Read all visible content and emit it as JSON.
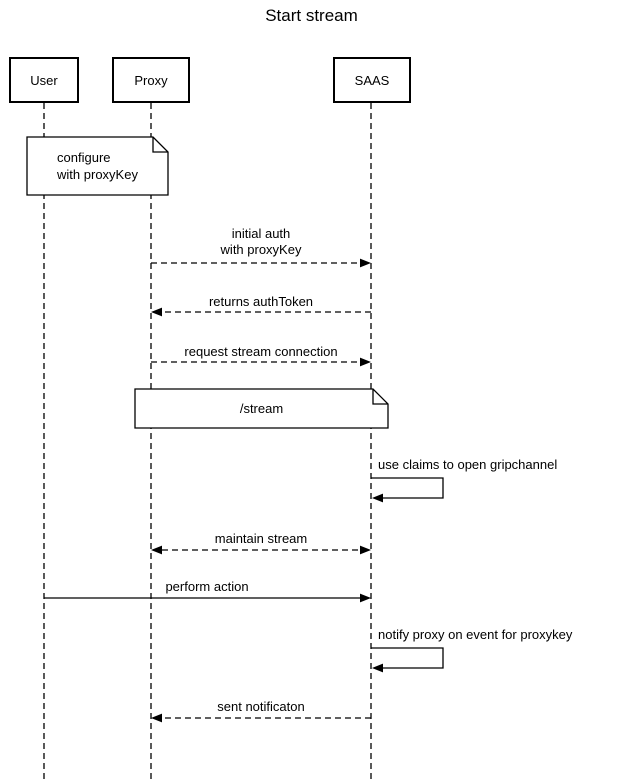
{
  "diagram": {
    "title": "Start stream",
    "background": "#ffffff",
    "line_color": "#000000"
  },
  "actors": [
    {
      "name": "User"
    },
    {
      "name": "Proxy"
    },
    {
      "name": "SAAS"
    }
  ],
  "notes": [
    {
      "text": "configure\nwith proxyKey",
      "over": "User"
    },
    {
      "text": "/stream",
      "over": "Proxy, SAAS"
    }
  ],
  "messages": [
    {
      "label": "initial auth\nwith proxyKey",
      "from": "Proxy",
      "to": "SAAS",
      "style": "dashed"
    },
    {
      "label": "returns authToken",
      "from": "SAAS",
      "to": "Proxy",
      "style": "dashed"
    },
    {
      "label": "request stream connection",
      "from": "Proxy",
      "to": "SAAS",
      "style": "dashed"
    },
    {
      "label": "use claims to open gripchannel",
      "from": "SAAS",
      "to": "SAAS",
      "style": "self"
    },
    {
      "label": "maintain stream",
      "from": "Proxy",
      "to": "SAAS",
      "style": "dashed-bidirectional"
    },
    {
      "label": "perform action",
      "from": "User",
      "to": "SAAS",
      "style": "solid"
    },
    {
      "label": "notify proxy on event for proxykey",
      "from": "SAAS",
      "to": "SAAS",
      "style": "self"
    },
    {
      "label": "sent notificaton",
      "from": "SAAS",
      "to": "Proxy",
      "style": "dashed"
    }
  ]
}
